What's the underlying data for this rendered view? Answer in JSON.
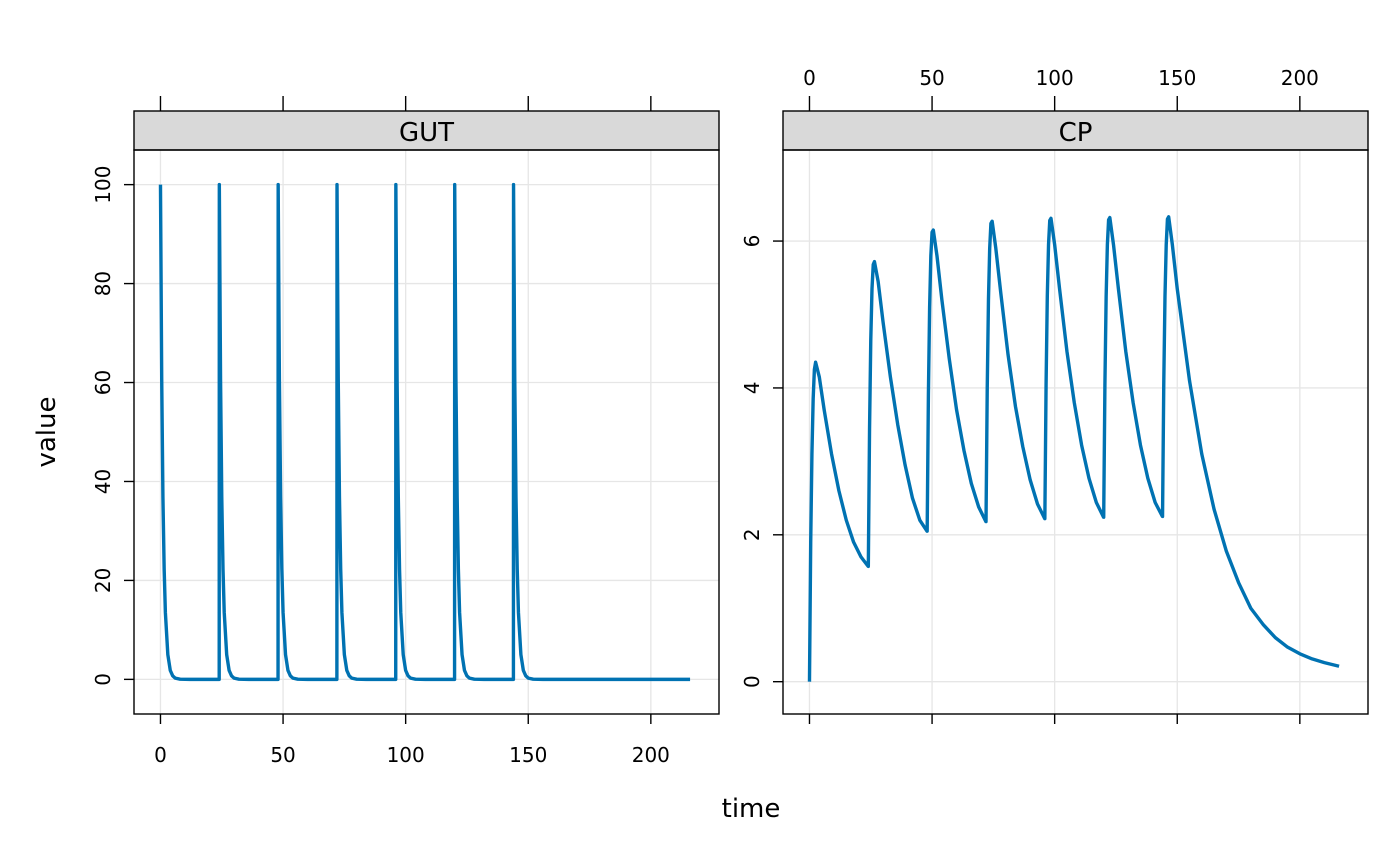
{
  "chart_data": [
    {
      "type": "line",
      "panel": "GUT",
      "title": "GUT",
      "xlabel": "time",
      "ylabel": "value",
      "xlim": [
        -10.8,
        227.8
      ],
      "ylim": [
        -7,
        107
      ],
      "xticks": [
        0,
        50,
        100,
        150,
        200
      ],
      "yticks": [
        0,
        20,
        40,
        60,
        80,
        100
      ],
      "grid": true,
      "line_color": "#0072B2",
      "series": [
        {
          "x": [
            0,
            0.5,
            1,
            1.5,
            2,
            3,
            4,
            5,
            6,
            8,
            12,
            16,
            20,
            23.95,
            24,
            24.5,
            25,
            25.5,
            26,
            27,
            28,
            29,
            30,
            32,
            36,
            40,
            44,
            47.95,
            48,
            48.5,
            49,
            49.5,
            50,
            51,
            52,
            53,
            54,
            56,
            60,
            64,
            68,
            71.95,
            72,
            72.5,
            73,
            73.5,
            74,
            75,
            76,
            77,
            78,
            80,
            84,
            88,
            92,
            95.95,
            96,
            96.5,
            97,
            97.5,
            98,
            99,
            100,
            101,
            102,
            104,
            108,
            112,
            116,
            119.95,
            120,
            120.5,
            121,
            121.5,
            122,
            123,
            124,
            125,
            126,
            128,
            132,
            136,
            140,
            143.95,
            144,
            144.5,
            145,
            145.5,
            146,
            147,
            148,
            149,
            150,
            152,
            156,
            160,
            180,
            200,
            216
          ],
          "y": [
            100,
            60.7,
            36.8,
            22.3,
            13.5,
            5,
            1.8,
            0.7,
            0.25,
            0.03,
            0,
            0,
            0,
            0,
            100,
            60.7,
            36.8,
            22.3,
            13.5,
            5,
            1.8,
            0.7,
            0.25,
            0.03,
            0,
            0,
            0,
            0,
            100,
            60.7,
            36.8,
            22.3,
            13.5,
            5,
            1.8,
            0.7,
            0.25,
            0.03,
            0,
            0,
            0,
            0,
            100,
            60.7,
            36.8,
            22.3,
            13.5,
            5,
            1.8,
            0.7,
            0.25,
            0.03,
            0,
            0,
            0,
            0,
            100,
            60.7,
            36.8,
            22.3,
            13.5,
            5,
            1.8,
            0.7,
            0.25,
            0.03,
            0,
            0,
            0,
            0,
            100,
            60.7,
            36.8,
            22.3,
            13.5,
            5,
            1.8,
            0.7,
            0.25,
            0.03,
            0,
            0,
            0,
            0,
            100,
            60.7,
            36.8,
            22.3,
            13.5,
            5,
            1.8,
            0.7,
            0.25,
            0.03,
            0,
            0,
            0,
            0,
            0
          ]
        }
      ]
    },
    {
      "type": "line",
      "panel": "CP",
      "title": "CP",
      "xlabel": "time",
      "ylabel": "value",
      "xlim": [
        -10.8,
        227.8
      ],
      "ylim": [
        -0.44,
        7.24
      ],
      "xticks": [
        0,
        50,
        100,
        150,
        200
      ],
      "yticks": [
        0,
        2,
        4,
        6
      ],
      "grid": true,
      "line_color": "#0072B2",
      "series": [
        {
          "x": [
            0,
            0.5,
            1,
            1.5,
            2,
            2.5,
            4,
            6,
            9,
            12,
            15,
            18,
            21,
            23.95,
            24,
            24.5,
            25,
            25.5,
            26,
            26.5,
            28,
            30,
            33,
            36,
            39,
            42,
            45,
            47.95,
            48,
            48.5,
            49,
            49.5,
            50,
            50.5,
            52,
            54,
            57,
            60,
            63,
            66,
            69,
            71.95,
            72,
            72.5,
            73,
            73.5,
            74,
            74.5,
            76,
            78,
            81,
            84,
            87,
            90,
            93,
            95.95,
            96,
            96.5,
            97,
            97.5,
            98,
            98.5,
            100,
            102,
            105,
            108,
            111,
            114,
            117,
            119.95,
            120,
            120.5,
            121,
            121.5,
            122,
            122.5,
            124,
            126,
            129,
            132,
            135,
            138,
            141,
            143.95,
            144,
            144.5,
            145,
            145.5,
            146,
            146.5,
            148,
            150,
            155,
            160,
            165,
            170,
            175,
            180,
            185,
            190,
            195,
            200,
            205,
            210,
            216
          ],
          "y": [
            0,
            1.9,
            3.1,
            3.85,
            4.25,
            4.35,
            4.15,
            3.7,
            3.1,
            2.6,
            2.2,
            1.9,
            1.7,
            1.57,
            1.57,
            3.45,
            4.65,
            5.35,
            5.68,
            5.72,
            5.45,
            4.9,
            4.15,
            3.5,
            2.95,
            2.5,
            2.2,
            2.05,
            2.05,
            3.9,
            5.1,
            5.8,
            6.12,
            6.15,
            5.8,
            5.2,
            4.4,
            3.7,
            3.15,
            2.7,
            2.38,
            2.18,
            2.18,
            4.0,
            5.2,
            5.9,
            6.24,
            6.27,
            5.9,
            5.3,
            4.45,
            3.75,
            3.2,
            2.75,
            2.42,
            2.22,
            2.22,
            4.05,
            5.25,
            5.95,
            6.28,
            6.31,
            5.95,
            5.35,
            4.5,
            3.8,
            3.22,
            2.77,
            2.44,
            2.24,
            2.24,
            4.05,
            5.25,
            5.95,
            6.29,
            6.32,
            5.95,
            5.35,
            4.5,
            3.8,
            3.22,
            2.77,
            2.44,
            2.25,
            2.25,
            4.05,
            5.25,
            5.95,
            6.3,
            6.33,
            5.95,
            5.35,
            4.1,
            3.1,
            2.35,
            1.78,
            1.35,
            1.0,
            0.78,
            0.6,
            0.47,
            0.38,
            0.31,
            0.26,
            0.21
          ]
        }
      ]
    }
  ]
}
